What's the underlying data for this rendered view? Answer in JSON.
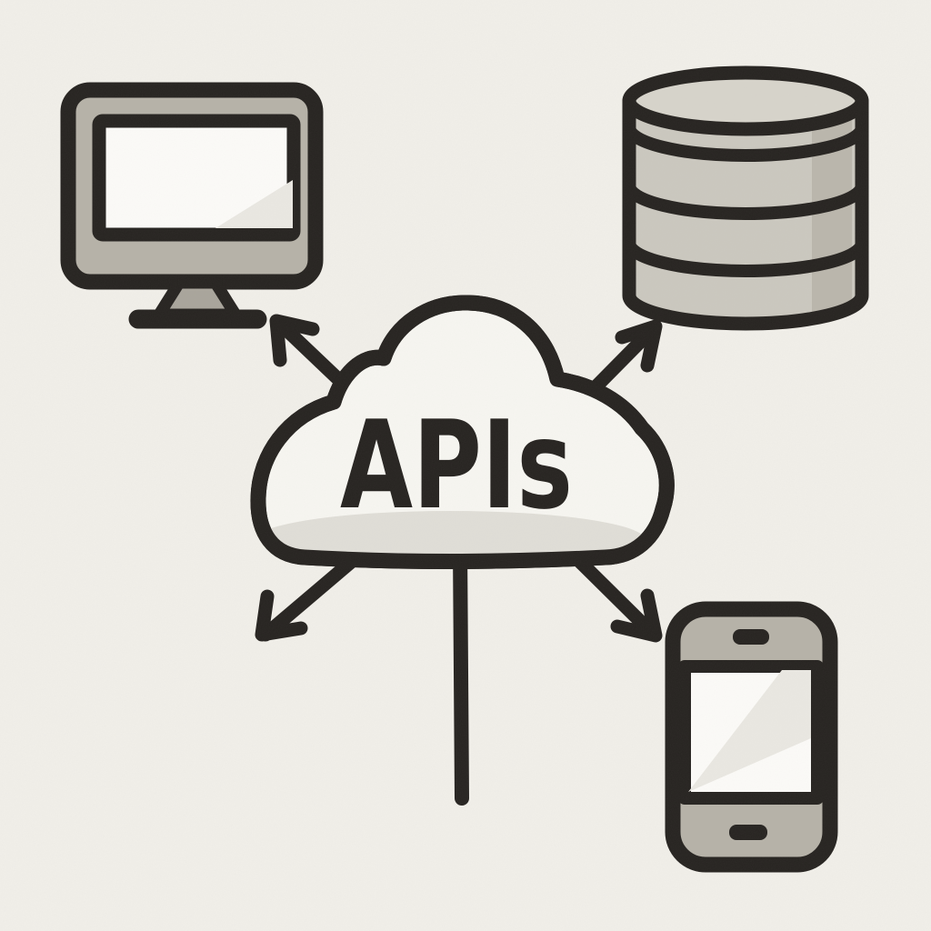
{
  "page": {
    "description": "Hand-drawn style illustration of an APIs cloud connecting to devices",
    "background": "paper"
  },
  "cloud": {
    "label": "APIs"
  },
  "icons": [
    {
      "name": "desktop-computer-icon",
      "position": "top-left"
    },
    {
      "name": "database-icon",
      "position": "top-right"
    },
    {
      "name": "smartphone-icon",
      "position": "bottom-right"
    }
  ],
  "connections": [
    {
      "from": "cloud",
      "direction": "up-left",
      "to": "desktop-computer",
      "style": "arrow"
    },
    {
      "from": "cloud",
      "direction": "up-right",
      "to": "database",
      "style": "arrow"
    },
    {
      "from": "cloud",
      "direction": "down-left",
      "to": "open-space",
      "style": "arrow"
    },
    {
      "from": "cloud",
      "direction": "down-right",
      "to": "smartphone",
      "style": "arrow"
    },
    {
      "from": "cloud",
      "direction": "down",
      "to": "open-space",
      "style": "plain-line"
    }
  ],
  "colors": {
    "background": "#f1efe9",
    "ink": "#262320",
    "cloud_fill": "#f7f6f1",
    "cloud_shadow": "#e0ded7",
    "grey_fill": "#b6b2a8",
    "grey_stand": "#a9a59b",
    "db_body": "#cbc8bf",
    "db_top": "#d7d4cb",
    "db_shade": "#b0aca2",
    "screen_white": "#fcfbf8",
    "shine": "#eae8e2"
  }
}
